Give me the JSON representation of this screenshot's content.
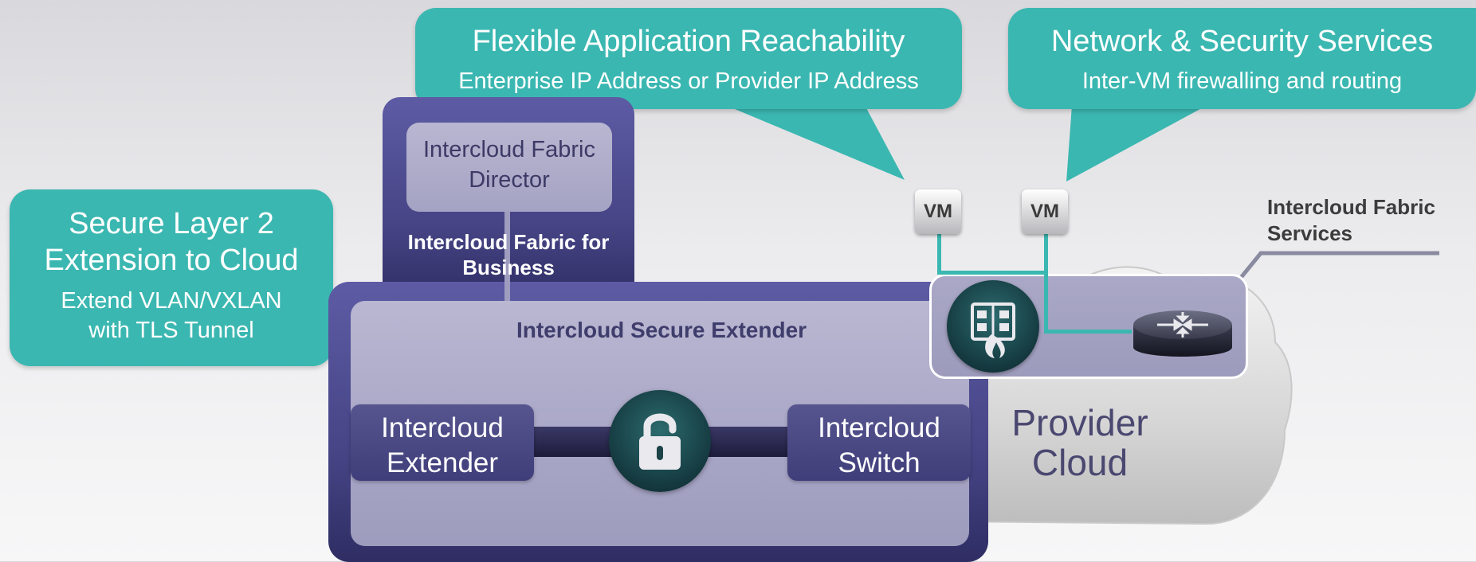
{
  "callouts": {
    "left": {
      "title": "Secure Layer 2 Extension to Cloud",
      "subtitle": "Extend VLAN/VXLAN with TLS Tunnel"
    },
    "top_middle": {
      "title": "Flexible Application Reachability",
      "subtitle": "Enterprise IP Address or Provider IP Address"
    },
    "top_right": {
      "title": "Network & Security Services",
      "subtitle": "Inter-VM firewalling and routing"
    }
  },
  "components": {
    "director": "Intercloud Fabric Director",
    "fabric_for_business": "Intercloud Fabric for Business",
    "secure_extender": "Intercloud Secure Extender",
    "extender": "Intercloud Extender",
    "switch": "Intercloud Switch",
    "provider_cloud": "Provider Cloud",
    "fabric_services": "Intercloud Fabric Services",
    "vm_1": "VM",
    "vm_2": "VM"
  },
  "icons": {
    "tunnel": "lock-icon",
    "firewall": "virtual-security-gateway-icon",
    "router": "router-icon"
  },
  "colors": {
    "callout": "#3bb7b1",
    "fabric_purple": "#474586",
    "extender_panel": "#a8a6c6",
    "cloud": "#d2d2d2"
  }
}
